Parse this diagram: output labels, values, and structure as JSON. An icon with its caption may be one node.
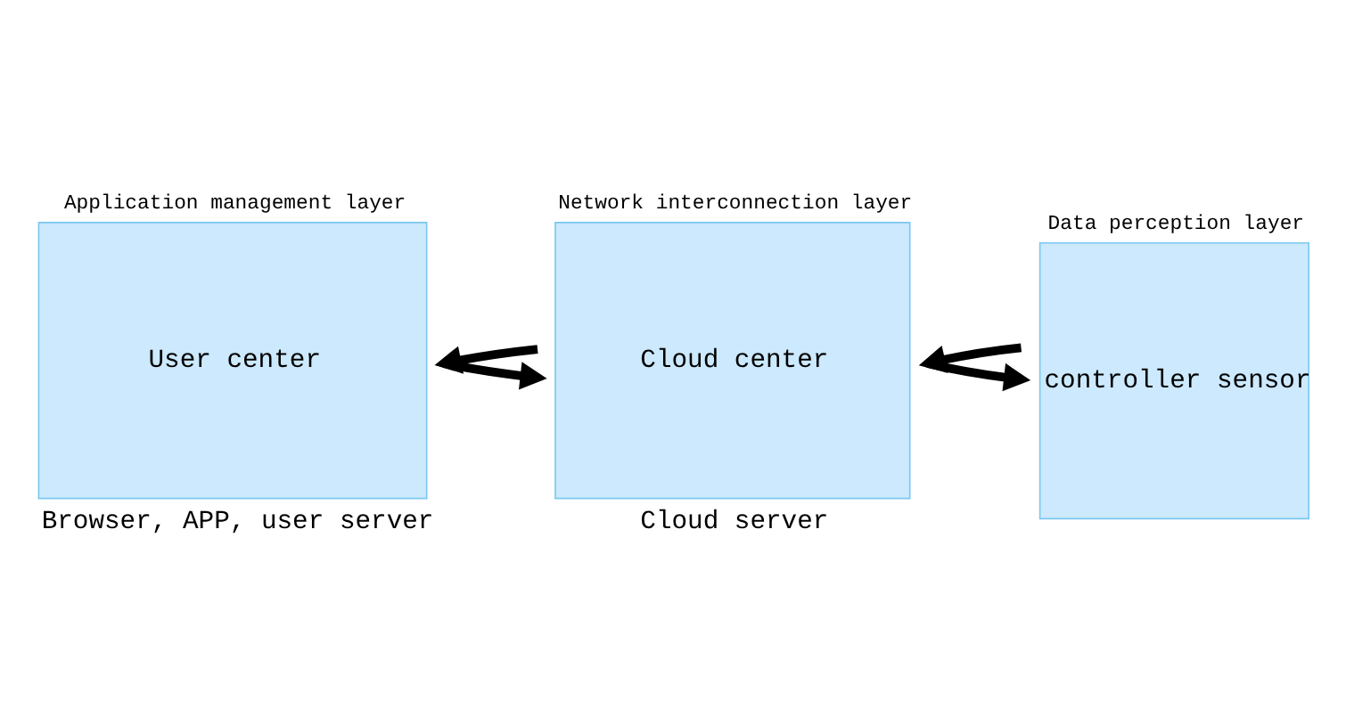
{
  "diagram": {
    "nodes": [
      {
        "text": [
          "Application management layer",
          "User center"
        ],
        "beside": [
          "Browser, APP, user server"
        ]
      },
      {
        "text": [
          "Network interconnection layer",
          "Cloud center"
        ],
        "beside": [
          "Cloud server"
        ]
      },
      {
        "text": [
          "Data perception layer",
          "controller sensor"
        ]
      }
    ],
    "edges": [
      {
        "from": 1,
        "to": 0,
        "arrow": "to"
      },
      {
        "from": 0,
        "to": 1,
        "arrow": "to"
      },
      {
        "from": 2,
        "to": 1,
        "arrow": "to"
      },
      {
        "from": 1,
        "to": 2,
        "arrow": "to"
      }
    ]
  }
}
